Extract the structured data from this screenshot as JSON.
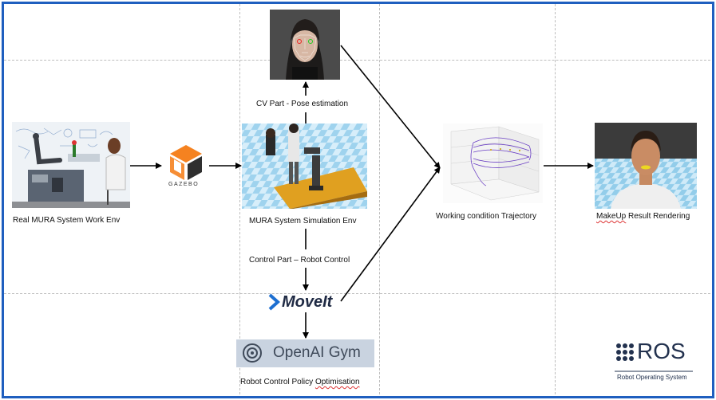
{
  "labels": {
    "real_env": "Real MURA System Work Env",
    "cv_part": "CV Part - Pose estimation",
    "sim_env": "MURA System Simulation Env",
    "control_part": "Control Part – Robot Control",
    "trajectory": "Working condition Trajectory",
    "makeup_prefix": "MakeUp",
    "makeup_suffix": " Result Rendering",
    "policy_prefix": "Robot Control Policy ",
    "policy_word": "Optimisation"
  },
  "logos": {
    "gazebo": "GAZEBO",
    "moveit": "MoveIt",
    "openai_gym": "OpenAI Gym",
    "ros": "ROS",
    "ros_sub": "Robot Operating System"
  },
  "colors": {
    "frame": "#1f5fbf",
    "gazebo_orange": "#f58220",
    "moveit_blue": "#1d6fd1",
    "ros_navy": "#22314e",
    "gym_bg": "#c9d3e0"
  }
}
